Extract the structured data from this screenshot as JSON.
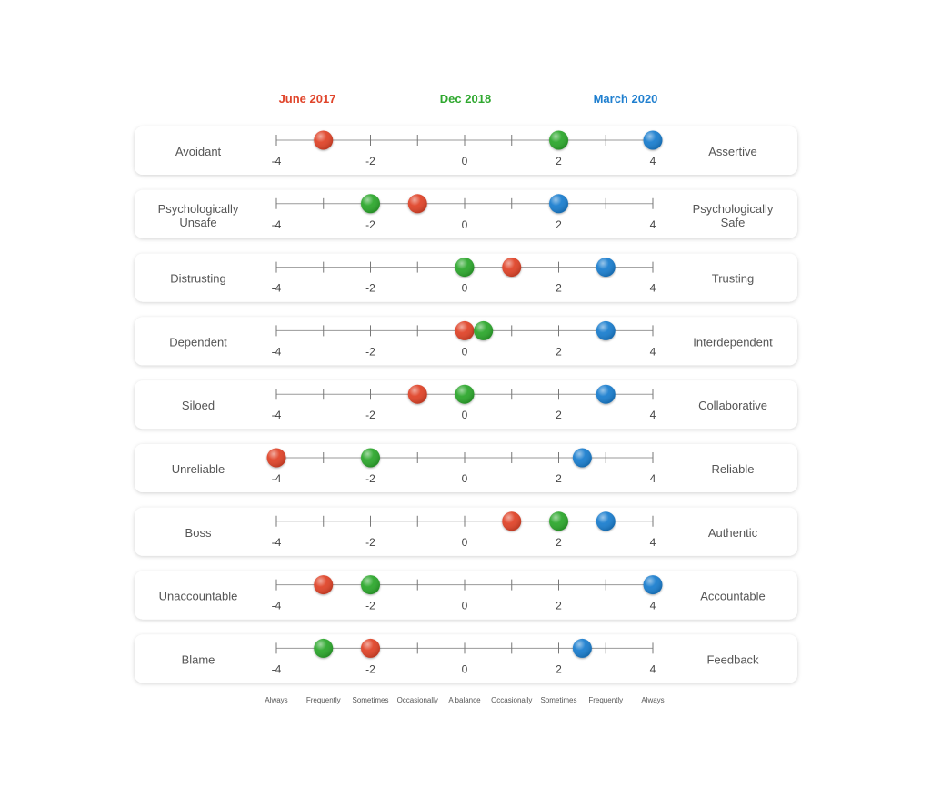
{
  "chart_data": {
    "type": "scatter",
    "x_ticks": [
      -4,
      -3,
      -2,
      -1,
      0,
      1,
      2,
      3,
      4
    ],
    "x_tick_labels": [
      "-4",
      "-2",
      "0",
      "2",
      "4"
    ],
    "xlim": [
      -4,
      4
    ],
    "series": [
      {
        "name": "June 2017",
        "color": "#e0452b"
      },
      {
        "name": "Dec 2018",
        "color": "#2fa82f"
      },
      {
        "name": "March 2020",
        "color": "#1f7fcf"
      }
    ],
    "rows": [
      {
        "left": "Avoidant",
        "right": "Assertive",
        "values": [
          -3,
          2,
          4
        ]
      },
      {
        "left": "Psychologically\nUnsafe",
        "right": "Psychologically\nSafe",
        "values": [
          -1,
          -2,
          2
        ]
      },
      {
        "left": "Distrusting",
        "right": "Trusting",
        "values": [
          1,
          0,
          3
        ]
      },
      {
        "left": "Dependent",
        "right": "Interdependent",
        "values": [
          0,
          0.4,
          3
        ]
      },
      {
        "left": "Siloed",
        "right": "Collaborative",
        "values": [
          -1,
          0,
          3
        ]
      },
      {
        "left": "Unreliable",
        "right": "Reliable",
        "values": [
          -4,
          -2,
          2.5
        ]
      },
      {
        "left": "Boss",
        "right": "Authentic",
        "values": [
          1,
          2,
          3
        ]
      },
      {
        "left": "Unaccountable",
        "right": "Accountable",
        "values": [
          -3,
          -2,
          4
        ]
      },
      {
        "left": "Blame",
        "right": "Feedback",
        "values": [
          -2,
          -3,
          2.5
        ]
      }
    ],
    "frequency_labels": [
      "Always",
      "Frequently",
      "Sometimes",
      "Occasionally",
      "A balance",
      "Occasionally",
      "Sometimes",
      "Frequently",
      "Always"
    ]
  }
}
